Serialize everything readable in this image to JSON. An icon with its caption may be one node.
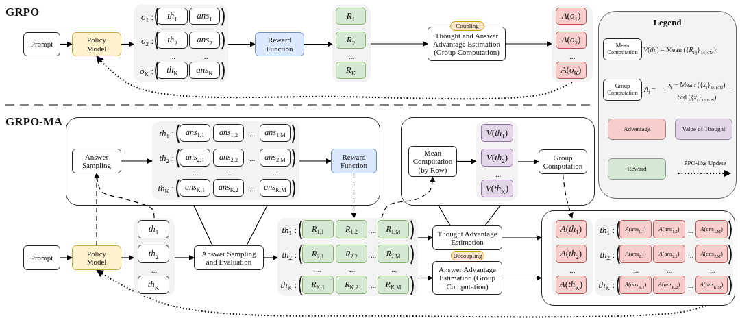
{
  "diagram": {
    "nodes": [
      {
        "text": [
          "Prompt"
        ]
      },
      {
        "text": [
          "Policy Model"
        ]
      },
      {
        "text": [],
        "shape": "box"
      },
      {
        "text": [
          "*th*$_{1}$"
        ],
        "in": 2
      },
      {
        "text": [
          "*ans*$_{1}$"
        ],
        "in": 2
      },
      {
        "text": [
          "*th*$_{2}$"
        ],
        "in": 2
      },
      {
        "text": [
          "*ans*$_{2}$"
        ],
        "in": 2
      },
      {
        "text": [
          "*th*$_{K}$"
        ],
        "in": 2
      },
      {
        "text": [
          "*ans*$_{K}$"
        ],
        "in": 2
      },
      {
        "text": [
          "Reward Function"
        ]
      },
      {
        "text": [],
        "shape": "box"
      },
      {
        "text": [
          "*R*$_{1}$"
        ],
        "in": 10
      },
      {
        "text": [
          "*R*$_{2}$"
        ],
        "in": 10
      },
      {
        "text": [
          "*R*$_{K}$"
        ],
        "in": 10
      },
      {
        "text": [
          "Thought and Answer Advantage Estimation (Group Computation)"
        ]
      },
      {
        "text": [
          "Coupling"
        ]
      },
      {
        "text": [],
        "shape": "box"
      },
      {
        "text": [
          "*A*(*o*$_{1}$)"
        ],
        "in": 16
      },
      {
        "text": [
          "*A*(*o*$_{2}$)"
        ],
        "in": 16
      },
      {
        "text": [
          "*A*(*o*$_{K}$)"
        ],
        "in": 16
      },
      {
        "text": [],
        "shape": "box"
      },
      {
        "text": [
          "Answer Sampling"
        ],
        "in": 20
      },
      {
        "text": [],
        "shape": "box",
        "in": 20
      },
      {
        "text": [
          "*ans*$_{1,1}$"
        ],
        "in": 22
      },
      {
        "text": [
          "*ans*$_{1,2}$"
        ],
        "in": 22
      },
      {
        "text": [
          "*ans*$_{1,M}$"
        ],
        "in": 22
      },
      {
        "text": [
          "*ans*$_{2,1}$"
        ],
        "in": 22
      },
      {
        "text": [
          "*ans*$_{2,2}$"
        ],
        "in": 22
      },
      {
        "text": [
          "*ans*$_{2,M}$"
        ],
        "in": 22
      },
      {
        "text": [
          "*ans*$_{K,1}$"
        ],
        "in": 22
      },
      {
        "text": [
          "*ans*$_{K,2}$"
        ],
        "in": 22
      },
      {
        "text": [
          "*ans*$_{K,M}$"
        ],
        "in": 22
      },
      {
        "text": [
          "Reward Function"
        ],
        "in": 20
      },
      {
        "text": [],
        "shape": "box"
      },
      {
        "text": [
          "Mean Computation (by Row)"
        ],
        "in": 33
      },
      {
        "text": [],
        "shape": "box",
        "in": 33
      },
      {
        "text": [
          "*V*(*th*$_{1}$)"
        ],
        "in": 35
      },
      {
        "text": [
          "*V*(*th*$_{2}$)"
        ],
        "in": 35
      },
      {
        "text": [
          "*V*(*th*$_{K}$)"
        ],
        "in": 35
      },
      {
        "text": [
          "Group Computation"
        ],
        "in": 33
      },
      {
        "text": [
          "Prompt"
        ]
      },
      {
        "text": [
          "Policy Model"
        ]
      },
      {
        "text": [],
        "shape": "box"
      },
      {
        "text": [
          "*th*$_{1}$"
        ],
        "in": 42
      },
      {
        "text": [
          "*th*$_{2}$"
        ],
        "in": 42
      },
      {
        "text": [
          "*th*$_{K}$"
        ],
        "in": 42
      },
      {
        "text": [
          "Answer Sampling and Evaluation"
        ]
      },
      {
        "text": [],
        "shape": "box"
      },
      {
        "text": [
          "*R*$_{1,1}$"
        ],
        "in": 47
      },
      {
        "text": [
          "*R*$_{1,2}$"
        ],
        "in": 47
      },
      {
        "text": [
          "*R*$_{1,M}$"
        ],
        "in": 47
      },
      {
        "text": [
          "*R*$_{2,1}$"
        ],
        "in": 47
      },
      {
        "text": [
          "*R*$_{2,2}$"
        ],
        "in": 47
      },
      {
        "text": [
          "*R*$_{2,M}$"
        ],
        "in": 47
      },
      {
        "text": [
          "*R*$_{K,1}$"
        ],
        "in": 47
      },
      {
        "text": [
          "*R*$_{K,2}$"
        ],
        "in": 47
      },
      {
        "text": [
          "*R*$_{K,M}$"
        ],
        "in": 47
      },
      {
        "text": [
          "Thought Advantage Estimation"
        ]
      },
      {
        "text": [
          "Decoupling"
        ]
      },
      {
        "text": [
          "Answer Advantage Estimation (Group Computation)"
        ]
      },
      {
        "text": [],
        "shape": "box"
      },
      {
        "text": [],
        "shape": "box",
        "in": 60
      },
      {
        "text": [
          "*A*(*th*$_{1}$)"
        ],
        "in": 61
      },
      {
        "text": [
          "*A*(*th*$_{2}$)"
        ],
        "in": 61
      },
      {
        "text": [
          "*A*(*th*$_{K}$)"
        ],
        "in": 61
      },
      {
        "text": [],
        "shape": "box",
        "in": 60
      },
      {
        "text": [
          "*A*(*ans*$_{1,1}$)"
        ],
        "in": 65
      },
      {
        "text": [
          "*A*(*ans*$_{1,2}$)"
        ],
        "in": 65
      },
      {
        "text": [
          "*A*(*ans*$_{1,M}$)"
        ],
        "in": 65
      },
      {
        "text": [
          "*A*(*ans*$_{2,1}$)"
        ],
        "in": 65
      },
      {
        "text": [
          "*A*(*ans*$_{2,2}$)"
        ],
        "in": 65
      },
      {
        "text": [
          "*A*(*ans*$_{2,M}$)"
        ],
        "in": 65
      },
      {
        "text": [
          "*A*(*ans*$_{K,1}$)"
        ],
        "in": 65
      },
      {
        "text": [
          "*A*(*ans*$_{K,2}$)"
        ],
        "in": 65
      },
      {
        "text": [
          "*A*(*ans*$_{K,M}$)"
        ],
        "in": 65
      }
    ],
    "edges": [
      {
        "from": 0,
        "to": 1,
        "arrow": "to"
      },
      {
        "from": 1,
        "to": 2,
        "arrow": "to"
      },
      {
        "from": 2,
        "to": 9,
        "arrow": "to"
      },
      {
        "from": 9,
        "to": 10,
        "arrow": "to"
      },
      {
        "from": 10,
        "to": 14,
        "arrow": "to"
      },
      {
        "from": 14,
        "to": 16,
        "arrow": "to"
      },
      {
        "from": 16,
        "to": 1,
        "arrow": "to",
        "style": "dashed"
      },
      {
        "from": 21,
        "to": 22,
        "arrow": "to"
      },
      {
        "from": 22,
        "to": 32,
        "arrow": "to"
      },
      {
        "from": 34,
        "to": 35,
        "arrow": "to"
      },
      {
        "from": 35,
        "to": 39,
        "arrow": "to"
      },
      {
        "from": 40,
        "to": 41,
        "arrow": "to"
      },
      {
        "from": 41,
        "to": 42,
        "arrow": "to"
      },
      {
        "from": 42,
        "to": 46,
        "arrow": "to"
      },
      {
        "from": 46,
        "to": 47,
        "arrow": "to"
      },
      {
        "from": 47,
        "to": 57,
        "arrow": "to"
      },
      {
        "from": 47,
        "to": 59,
        "arrow": "to"
      },
      {
        "from": 57,
        "to": 60,
        "arrow": "to"
      },
      {
        "from": 59,
        "to": 60,
        "arrow": "to"
      },
      {
        "from": 60,
        "to": 41,
        "arrow": "to",
        "style": "dashed"
      },
      {
        "from": 41,
        "to": 21,
        "arrow": "to",
        "style": "dashed"
      },
      {
        "from": 42,
        "to": 21,
        "arrow": "to",
        "style": "dashed"
      },
      {
        "from": 32,
        "to": 47,
        "arrow": "to",
        "style": "dashed"
      },
      {
        "from": 47,
        "to": 34,
        "arrow": "to",
        "style": "dashed"
      },
      {
        "from": 39,
        "to": 61,
        "arrow": "to",
        "style": "dashed"
      },
      {
        "from": 20,
        "to": 46,
        "arrow": "none"
      },
      {
        "from": 33,
        "to": 57,
        "arrow": "none"
      }
    ],
    "labels": [
      "GRPO",
      "*o*$_{1}$ :",
      "*o*$_{2}$ :",
      "...",
      "...",
      "*o*$_{K}$ :",
      "...",
      "...",
      "Legend",
      "*V*(*th*$_{i}$) = Mean ({*R*$_{i,j}$}$_{1≤j≤M}$)",
      "*A*$_{i}$ =",
      "*x*$_{i}$ − Mean ({*x*$_{i}$}$_{1≤i≤N}$)",
      "Std ({*x*$_{i}$}$_{1≤i≤N}$)",
      "GRPO-MA",
      "*th*$_{1}$ :",
      "...",
      "*th*$_{2}$ :",
      "...",
      "...",
      "...",
      "...",
      "*th*$_{K}$ :",
      "...",
      "...",
      "...",
      "*th*$_{1}$ :",
      "...",
      "*th*$_{2}$ :",
      "...",
      "...",
      "...",
      "...",
      "*th*$_{K}$ :",
      "...",
      "...",
      "*th*$_{1}$ :",
      "...",
      "*th*$_{2}$ :",
      "...",
      "...",
      "...",
      "...",
      "*th*$_{K}$ :",
      "..."
    ],
    "legend": [
      {
        "text": "Mean Computation"
      },
      {
        "text": "Group Computation"
      },
      {
        "text": "Advantage",
        "color": "#f8cecc"
      },
      {
        "text": "Value of Thought",
        "color": "#e1d5e7"
      },
      {
        "text": "Reward",
        "color": "#d5e8d4"
      },
      {
        "text": "PPO-like Update"
      }
    ]
  }
}
